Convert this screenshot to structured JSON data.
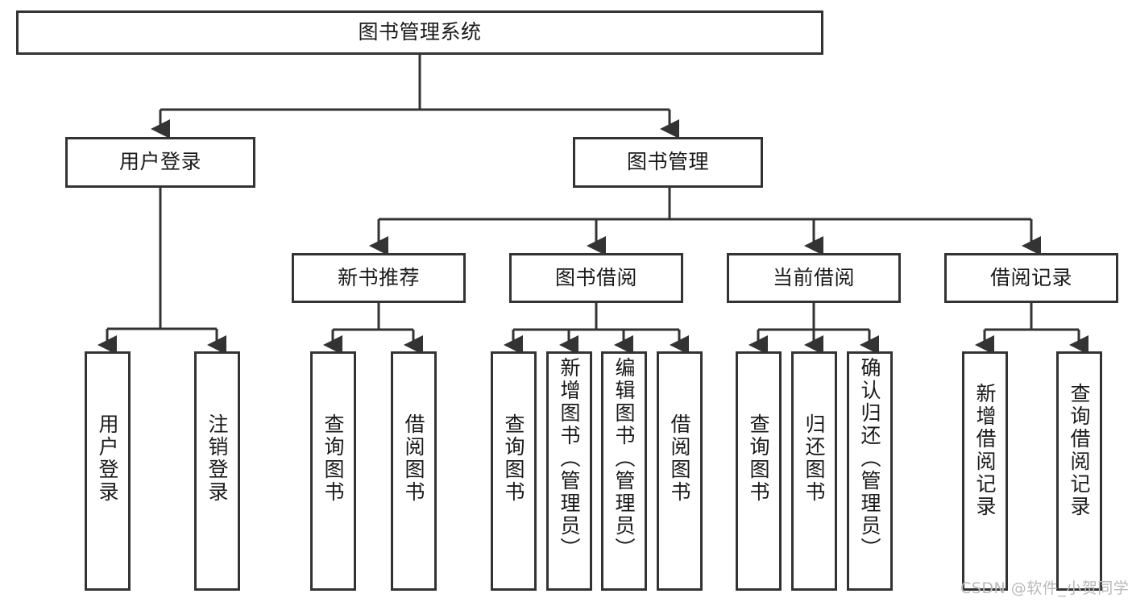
{
  "diagram": {
    "title_node": {
      "id": "root",
      "label": "图书管理系统"
    },
    "level2": [
      {
        "id": "user-login",
        "label": "用户登录"
      },
      {
        "id": "book-manage",
        "label": "图书管理"
      }
    ],
    "level3": [
      {
        "id": "new-book-recommend",
        "label": "新书推荐"
      },
      {
        "id": "book-borrow",
        "label": "图书借阅"
      },
      {
        "id": "current-borrow",
        "label": "当前借阅"
      },
      {
        "id": "borrow-record",
        "label": "借阅记录"
      }
    ],
    "leaves": {
      "user_login": [
        {
          "id": "leaf-user-login",
          "label": "用户登录"
        },
        {
          "id": "leaf-logout-login",
          "label": "注销登录"
        }
      ],
      "new_book_recommend": [
        {
          "id": "leaf-query-book-1",
          "label": "查询图书"
        },
        {
          "id": "leaf-borrow-book-1",
          "label": "借阅图书"
        }
      ],
      "book_borrow": [
        {
          "id": "leaf-query-book-2",
          "label": "查询图书"
        },
        {
          "id": "leaf-add-book",
          "label": "新增图书（管理员）"
        },
        {
          "id": "leaf-edit-book",
          "label": "编辑图书（管理员）"
        },
        {
          "id": "leaf-borrow-book-2",
          "label": "借阅图书"
        }
      ],
      "current_borrow": [
        {
          "id": "leaf-query-book-3",
          "label": "查询图书"
        },
        {
          "id": "leaf-return-book",
          "label": "归还图书"
        },
        {
          "id": "leaf-confirm-return",
          "label": "确认归还（管理员）"
        }
      ],
      "borrow_record": [
        {
          "id": "leaf-add-record",
          "label": "新增借阅记录"
        },
        {
          "id": "leaf-query-record",
          "label": "查询借阅记录"
        }
      ]
    }
  },
  "watermark": {
    "text": "CSDN @软件_小贺同学"
  },
  "colors": {
    "stroke": "#333333",
    "background": "#ffffff",
    "text": "#1a1a1a",
    "watermark": "#b9b9b9"
  }
}
